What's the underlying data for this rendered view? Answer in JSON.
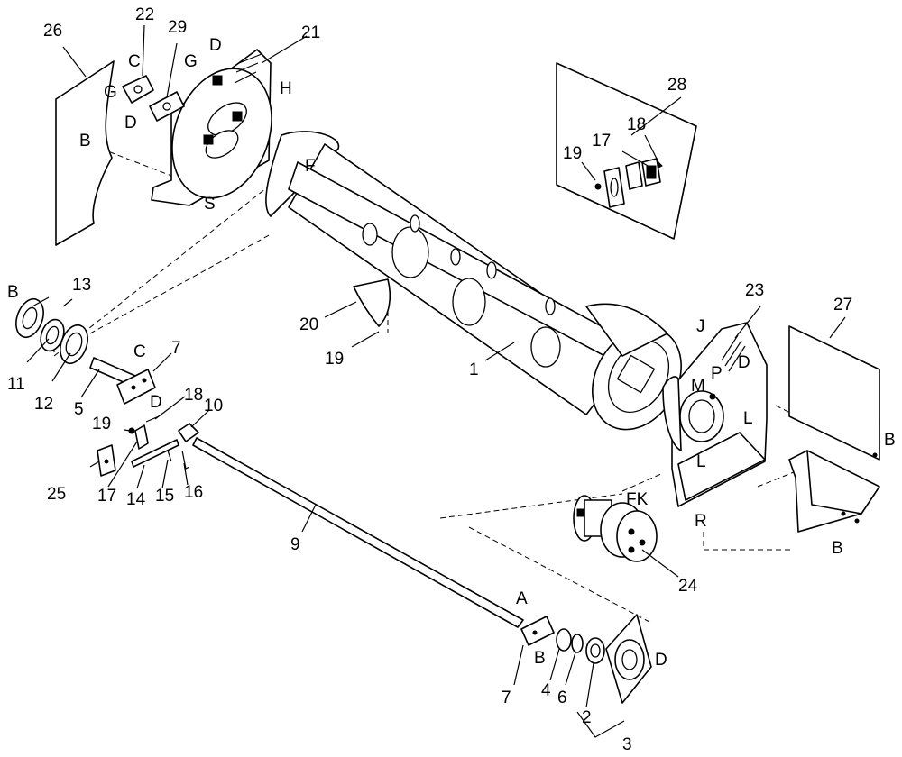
{
  "callouts": {
    "n1": "1",
    "n2": "2",
    "n3": "3",
    "n4": "4",
    "n5": "5",
    "n6": "6",
    "n7": "7",
    "n9": "9",
    "n10": "10",
    "n11": "11",
    "n12": "12",
    "n13": "13",
    "n14": "14",
    "n15": "15",
    "n16": "16",
    "n17": "17",
    "n18": "18",
    "n19": "19",
    "n20": "20",
    "n21": "21",
    "n22": "22",
    "n23": "23",
    "n24": "24",
    "n25": "25",
    "n26": "26",
    "n27": "27",
    "n28": "28",
    "n29": "29"
  },
  "letters": {
    "A": "A",
    "B": "B",
    "C": "C",
    "D": "D",
    "F": "F",
    "FK": "FK",
    "G": "G",
    "H": "H",
    "J": "J",
    "L": "L",
    "M": "M",
    "P": "P",
    "R": "R",
    "S": "S"
  }
}
